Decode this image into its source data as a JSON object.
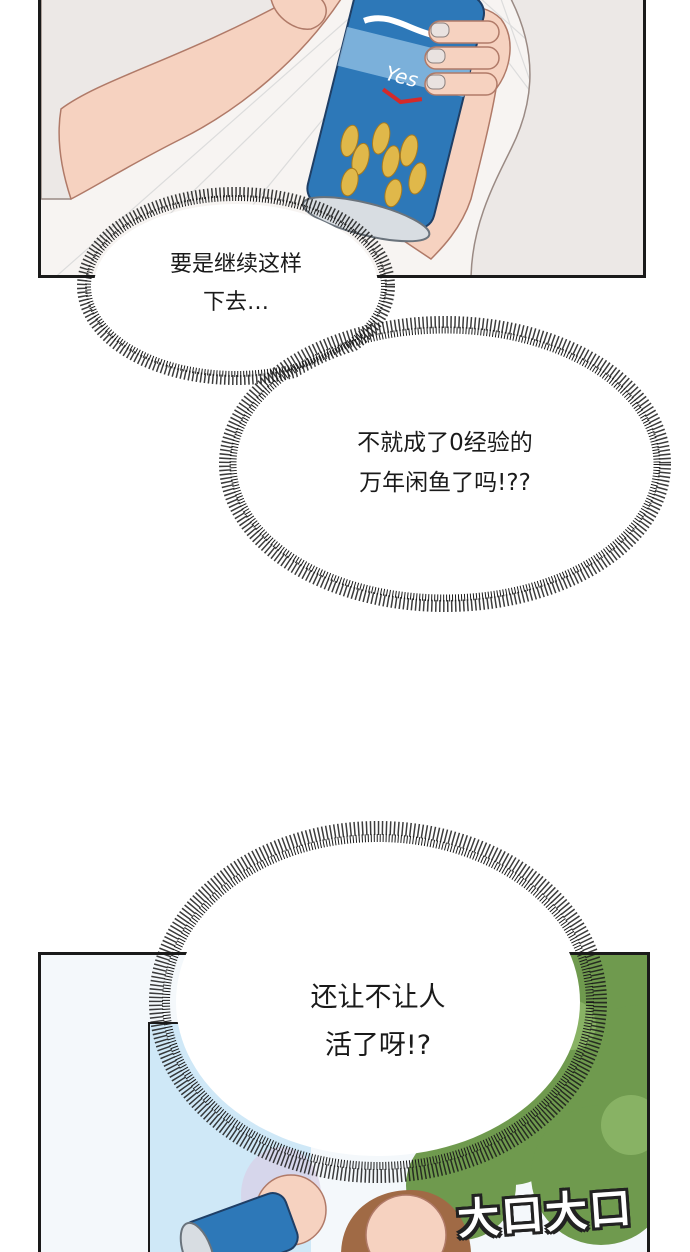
{
  "panels": {
    "top": {
      "can_logo_text": "Yes"
    },
    "bottom": {
      "sfx_text": "大口大口"
    }
  },
  "bubbles": [
    {
      "lines": [
        "要是继续这样",
        "下去…"
      ]
    },
    {
      "lines": [
        "不就成了0经验的",
        "万年闲鱼了吗!??"
      ]
    },
    {
      "lines": [
        "还让不让人",
        "活了呀!?"
      ]
    }
  ],
  "colors": {
    "can_blue": "#2d78b8",
    "wheat": "#e0b84a",
    "skin": "#f6d2c0",
    "foliage": "#6f9a4e",
    "sky": "#cfe8f7"
  }
}
